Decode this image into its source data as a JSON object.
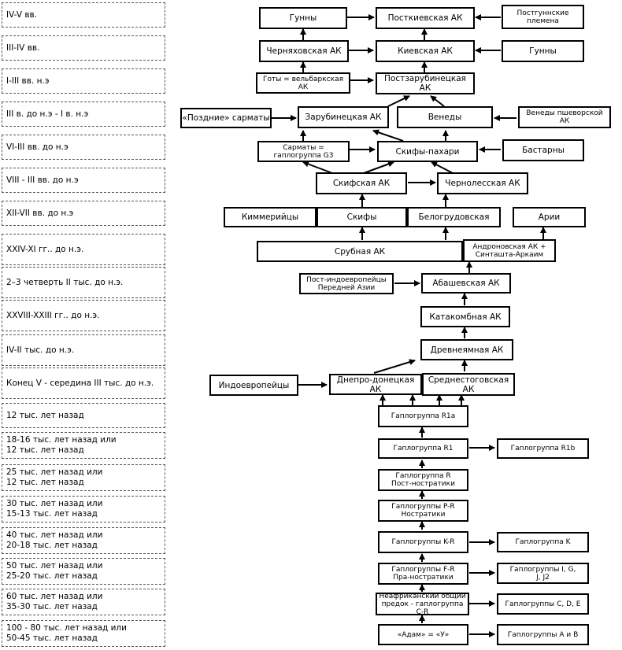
{
  "eras": [
    "IV-V вв.",
    "III-IV вв.",
    "I-III вв. н.э",
    "III в. до н.э - I в. н.э",
    "VI-III вв. до н.э",
    "VIII - III вв. до н.э",
    "XII-VII вв. до н.э",
    "XXIV-XI гг.. до н.э.",
    "2–3 четверть II тыс. до н.э.",
    "XXVIII-XXIII гг.. до н.э.",
    "IV-II тыс. до н.э.",
    "Конец V - середина III тыс. до н.э.",
    "12 тыс. лет назад",
    "18-16 тыс. лет назад или\n12 тыс. лет назад",
    "25 тыс. лет назад или\n12 тыс. лет назад",
    "30 тыс. лет назад или\n15-13 тыс. лет назад",
    "40 тыс. лет назад или\n20-18 тыс. лет назад",
    "50 тыс. лет назад или\n25-20 тыс. лет назад",
    "60 тыс. лет назад или\n35-30 тыс. лет назад",
    "100 - 80 тыс. лет назад или\n50-45 тыс. лет назад"
  ],
  "nodes": {
    "gunny_left": "Гунны",
    "postkiev": "Посткиевская АК",
    "postgunn_tribes": "Постгуннские\nплемена",
    "chernyakhov": "Черняховская АК",
    "kiev": "Киевская АК",
    "gunny_right": "Гунны",
    "goty": "Готы = вельбаркская\nАК",
    "postzarub": "Постзарубинецкая\nАК",
    "late_sarmaty": "«Поздние» сарматы",
    "zarub": "Зарубинецкая АК",
    "venedy": "Венеды",
    "venedy_pshev": "Венеды пшеворской\nАК",
    "sarmaty": "Сарматы =\nгаплогруппа G3",
    "skify_pahari": "Скифы-пахари",
    "bastarny": "Бастарны",
    "skif_ak": "Скифская АК",
    "chernoles": "Чернолесская АК",
    "kimmer": "Киммерийцы",
    "skify": "Скифы",
    "belogrud": "Белогрудовская",
    "arii": "Арии",
    "srubnaya": "Срубная АК",
    "andronov": "Андроновская АК +\nСинташта-Аркаим",
    "post_ie": "Пост-индоевропейцы\nПередней Азии",
    "abashev": "Абашевская АК",
    "katakomb": "Катакомбная АК",
    "drevneyam": "Древнеямная АК",
    "indoevr": "Индоевропейцы",
    "dneprodon": "Днепро-донецкая АК",
    "srednestog": "Среднестоговская\nАК",
    "r1a": "Гаплогруппа R1a",
    "r1": "Гаплогруппа R1",
    "r1b": "Гаплогруппа R1b",
    "r_post": "Гаплогруппа R\nПост-ностратики",
    "pr_nostr": "Гаплогруппы P-R\nНостратики",
    "kr": "Гаплогруппы K-R",
    "k": "Гаплогруппа K",
    "fr": "Гаплогруппы F-R\nПра-ностратики",
    "igj": "Гаплогруппы I, G,\nJ, J2",
    "nonafr": "Неафриканский общий\nпредок - гаплогруппа C-R",
    "cde": "Гаплогруппы C, D, E",
    "adam": "«Адам» = «У»",
    "ab": "Гаплогруппы A и B"
  }
}
